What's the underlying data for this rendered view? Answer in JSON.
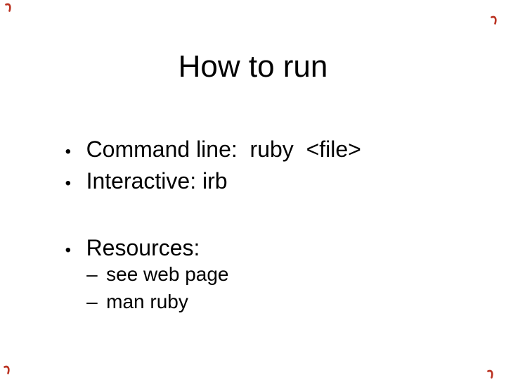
{
  "slide": {
    "title": "How to run",
    "bullets": [
      {
        "marker": "•",
        "text": "Command line:  ruby  <file>"
      },
      {
        "marker": "•",
        "text": "Interactive: irb"
      },
      {
        "marker": "•",
        "text": "Resources:"
      },
      {
        "marker": "–",
        "text": "see web page"
      },
      {
        "marker": "–",
        "text": "man ruby"
      }
    ],
    "colors": {
      "background": "#ffffff",
      "text": "#000000",
      "corner_mark": "#bb3322"
    }
  }
}
